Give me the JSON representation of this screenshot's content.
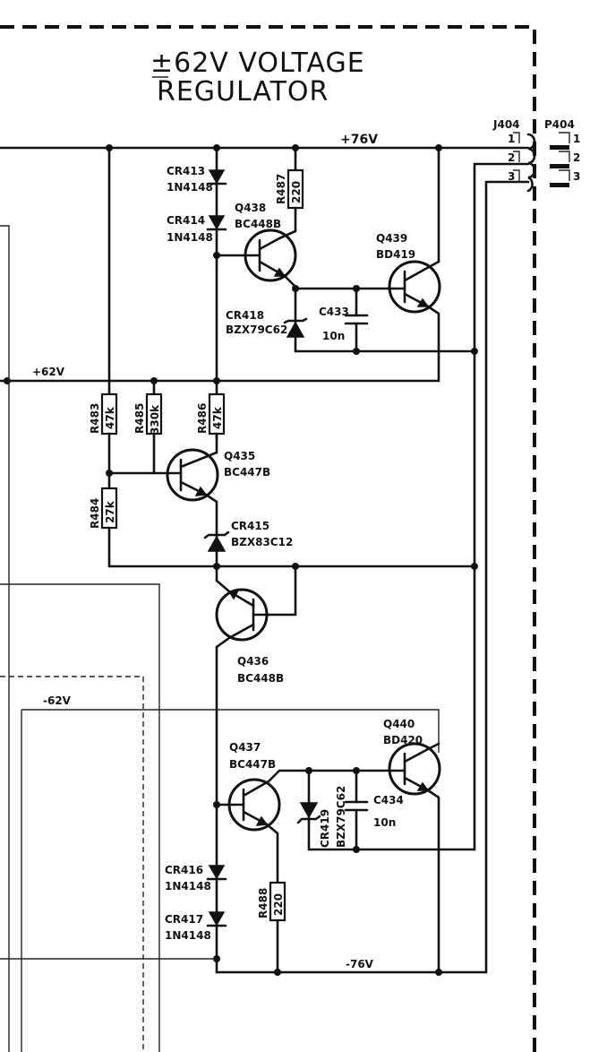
{
  "title": {
    "line1": "±62V VOLTAGE",
    "line2": "REGULATOR"
  },
  "rails": {
    "pos76": "+76V",
    "pos62": "+62V",
    "neg62": "-62V",
    "neg76": "-76V"
  },
  "connectors": {
    "j404": {
      "name": "J404",
      "pins": [
        "1",
        "2",
        "3"
      ]
    },
    "p404": {
      "name": "P404",
      "pins": [
        "1",
        "2",
        "3"
      ]
    }
  },
  "diodes": {
    "cr413": {
      "ref": "CR413",
      "part": "1N4148"
    },
    "cr414": {
      "ref": "CR414",
      "part": "1N4148"
    },
    "cr418": {
      "ref": "CR418",
      "part": "BZX79C62"
    },
    "cr415": {
      "ref": "CR415",
      "part": "BZX83C12"
    },
    "cr419": {
      "ref": "CR419",
      "part": "BZX79C62"
    },
    "cr416": {
      "ref": "CR416",
      "part": "1N4148"
    },
    "cr417": {
      "ref": "CR417",
      "part": "1N4148"
    }
  },
  "resistors": {
    "r487": {
      "ref": "R487",
      "value": "220"
    },
    "r483": {
      "ref": "R483",
      "value": "47k"
    },
    "r485": {
      "ref": "R485",
      "value": "330k"
    },
    "r486": {
      "ref": "R486",
      "value": "47k"
    },
    "r484": {
      "ref": "R484",
      "value": "27k"
    },
    "r488": {
      "ref": "R488",
      "value": "220"
    }
  },
  "capacitors": {
    "c433": {
      "ref": "C433",
      "value": "10n"
    },
    "c434": {
      "ref": "C434",
      "value": "10n"
    }
  },
  "transistors": {
    "q438": {
      "ref": "Q438",
      "part": "BC448B"
    },
    "q439": {
      "ref": "Q439",
      "part": "BD419"
    },
    "q435": {
      "ref": "Q435",
      "part": "BC447B"
    },
    "q436": {
      "ref": "Q436",
      "part": "BC448B"
    },
    "q437": {
      "ref": "Q437",
      "part": "BC447B"
    },
    "q440": {
      "ref": "Q440",
      "part": "BD420"
    }
  }
}
